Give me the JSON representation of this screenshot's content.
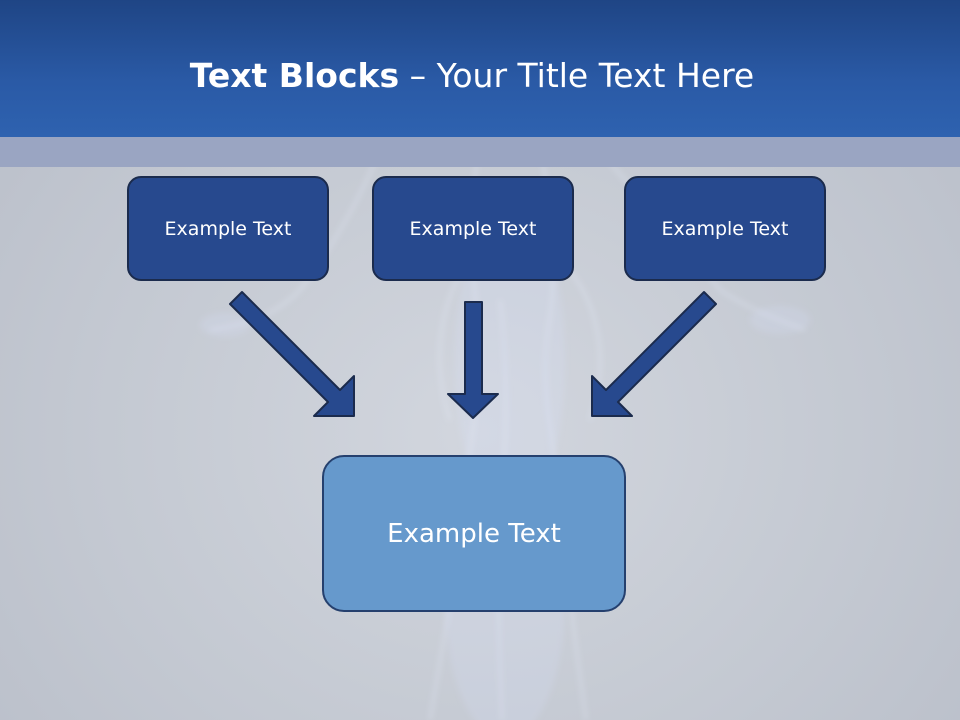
{
  "slide": {
    "title_bold": "Text Blocks",
    "title_dash": " – ",
    "title_rest": "Your Title Text Here",
    "blocks": [
      {
        "label": "Example Text"
      },
      {
        "label": "Example Text"
      },
      {
        "label": "Example Text"
      }
    ],
    "main_block": {
      "label": "Example Text"
    }
  },
  "colors": {
    "header": "#2a5aa6",
    "band": "#9aa5c2",
    "top_box_fill": "#27498e",
    "main_box_fill": "#6699cc",
    "arrow_fill": "#27498e"
  }
}
